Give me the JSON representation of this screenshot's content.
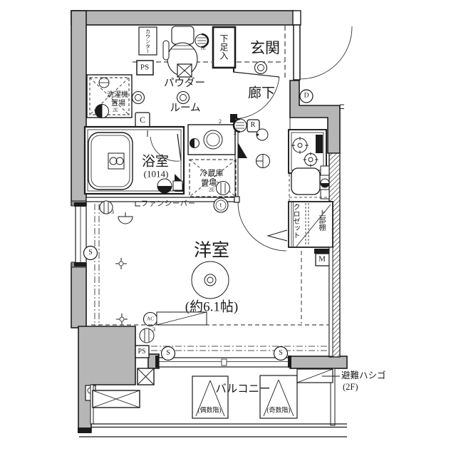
{
  "plan": {
    "type": "apartment-floor-plan",
    "wall_color": "#b6b6b6",
    "line_color": "#1b1b1b",
    "labels": {
      "entrance": "玄関",
      "corridor": "廊下",
      "powder1": "パウダー",
      "powder2": "ルーム",
      "bath": "浴室",
      "bath_size": "(1014)",
      "room": "洋室",
      "room_size": "(約6.1帖)",
      "balcony": "バルコニー",
      "counter": "カウンター",
      "shoe_box": "下足入",
      "ps_top": "PS",
      "ps_bottom": "PS",
      "washer1": "洗濯機",
      "washer2": "置場",
      "washer_outlet": "2E",
      "fridge1": "冷蔵庫",
      "fridge2": "置場",
      "fridge_outlet": "2E",
      "fancy_bar": "ファンシーバー",
      "closet": "クロゼット",
      "upper_shelf": "上部棚",
      "ladder1": "避難ハシゴ",
      "ladder2": "(2F)",
      "even_floors": "(偶数階)",
      "odd_floors": "(奇数階)"
    },
    "symbols": {
      "s": "S",
      "d": "D",
      "r": "R",
      "c": "C",
      "m": "M",
      "t": "t",
      "ac": "AC",
      "n1e": "1E",
      "n2a": "2",
      "n2b": "2",
      "n3a": "3",
      "n3b": "3"
    }
  }
}
